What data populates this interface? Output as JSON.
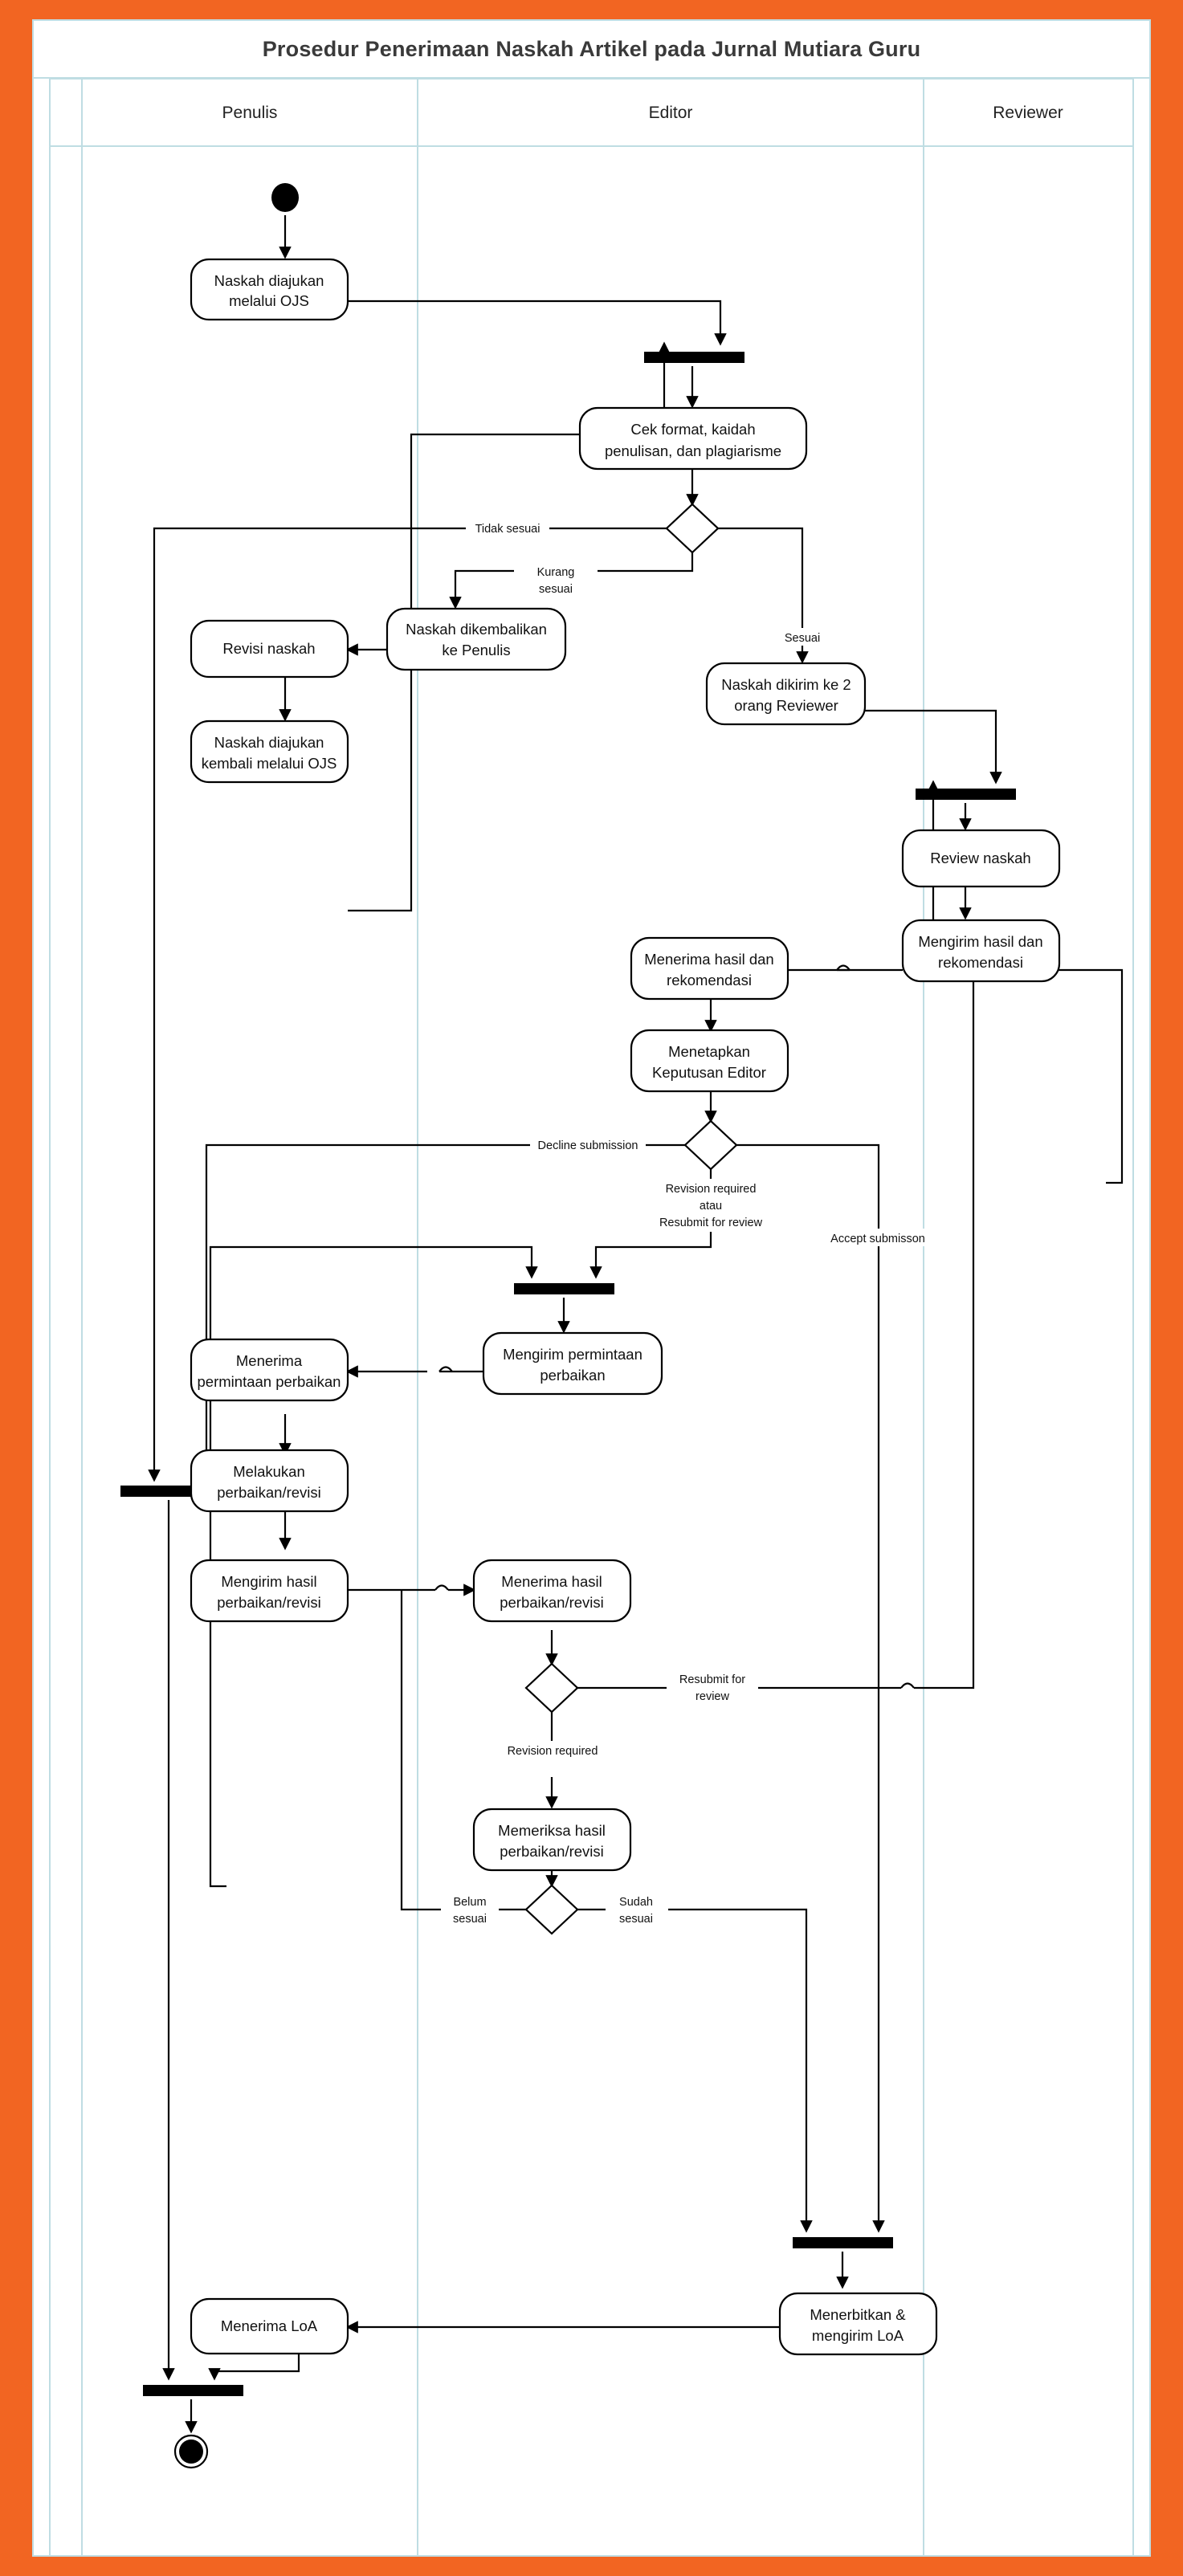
{
  "title": "Prosedur Penerimaan Naskah Artikel pada Jurnal Mutiara Guru",
  "colors": {
    "page_border": "#F26522",
    "lane_grid": "#BFDDE3",
    "stroke": "#000000",
    "node_fill": "#FFFFFF"
  },
  "lanes": [
    {
      "id": "penulis",
      "label": "Penulis"
    },
    {
      "id": "editor",
      "label": "Editor"
    },
    {
      "id": "reviewer",
      "label": "Reviewer"
    }
  ],
  "chart_data": {
    "type": "diagram",
    "diagram_type": "uml-activity-swimlane",
    "title": "Prosedur Penerimaan Naskah Artikel pada Jurnal Mutiara Guru",
    "lanes": [
      "Penulis",
      "Editor",
      "Reviewer"
    ],
    "nodes": [
      {
        "id": "start",
        "lane": "Penulis",
        "type": "initial-node",
        "label": ""
      },
      {
        "id": "a1",
        "lane": "Penulis",
        "type": "action",
        "label": "Naskah diajukan melalui OJS"
      },
      {
        "id": "join1",
        "lane": "Editor",
        "type": "join-bar",
        "label": ""
      },
      {
        "id": "a2",
        "lane": "Editor",
        "type": "action",
        "label": "Cek format, kaidah penulisan, dan plagiarisme"
      },
      {
        "id": "d1",
        "lane": "Editor",
        "type": "decision",
        "label": ""
      },
      {
        "id": "a3",
        "lane": "Editor",
        "type": "action",
        "label": "Naskah dikembalikan ke Penulis"
      },
      {
        "id": "a4",
        "lane": "Penulis",
        "type": "action",
        "label": "Revisi naskah"
      },
      {
        "id": "a5",
        "lane": "Penulis",
        "type": "action",
        "label": "Naskah diajukan kembali melalui OJS"
      },
      {
        "id": "a6",
        "lane": "Editor",
        "type": "action",
        "label": "Naskah dikirim ke 2 orang Reviewer"
      },
      {
        "id": "join2",
        "lane": "Reviewer",
        "type": "join-bar",
        "label": ""
      },
      {
        "id": "a7",
        "lane": "Reviewer",
        "type": "action",
        "label": "Review naskah"
      },
      {
        "id": "a8",
        "lane": "Reviewer",
        "type": "action",
        "label": "Mengirim hasil dan rekomendasi"
      },
      {
        "id": "a9",
        "lane": "Editor",
        "type": "action",
        "label": "Menerima hasil dan rekomendasi"
      },
      {
        "id": "a10",
        "lane": "Editor",
        "type": "action",
        "label": "Menetapkan Keputusan Editor"
      },
      {
        "id": "d2",
        "lane": "Editor",
        "type": "decision",
        "label": ""
      },
      {
        "id": "join3",
        "lane": "Penulis",
        "type": "join-bar",
        "label": ""
      },
      {
        "id": "join4",
        "lane": "Editor",
        "type": "join-bar",
        "label": ""
      },
      {
        "id": "a11",
        "lane": "Editor",
        "type": "action",
        "label": "Mengirim permintaan perbaikan"
      },
      {
        "id": "a12",
        "lane": "Penulis",
        "type": "action",
        "label": "Menerima permintaan perbaikan"
      },
      {
        "id": "a13",
        "lane": "Penulis",
        "type": "action",
        "label": "Melakukan perbaikan/revisi"
      },
      {
        "id": "a14",
        "lane": "Penulis",
        "type": "action",
        "label": "Mengirim hasil perbaikan/revisi"
      },
      {
        "id": "a15",
        "lane": "Editor",
        "type": "action",
        "label": "Menerima hasil perbaikan/revisi"
      },
      {
        "id": "d3",
        "lane": "Editor",
        "type": "decision",
        "label": ""
      },
      {
        "id": "a16",
        "lane": "Editor",
        "type": "action",
        "label": "Memeriksa hasil perbaikan/revisi"
      },
      {
        "id": "d4",
        "lane": "Editor",
        "type": "decision",
        "label": ""
      },
      {
        "id": "join5",
        "lane": "Editor",
        "type": "join-bar",
        "label": ""
      },
      {
        "id": "a17",
        "lane": "Editor",
        "type": "action",
        "label": "Menerbitkan & mengirim LoA"
      },
      {
        "id": "a18",
        "lane": "Penulis",
        "type": "action",
        "label": "Menerima LoA"
      },
      {
        "id": "join6",
        "lane": "Penulis",
        "type": "join-bar",
        "label": ""
      },
      {
        "id": "end",
        "lane": "Penulis",
        "type": "final-node",
        "label": ""
      }
    ],
    "edge_labels": [
      "Tidak sesuai",
      "Kurang sesuai",
      "Sesuai",
      "Decline submission",
      "Revision required atau Resubmit for review",
      "Accept submisson",
      "Resubmit for review",
      "Revision required",
      "Belum sesuai",
      "Sudah sesuai"
    ]
  },
  "nodes": {
    "n1": "Naskah diajukan\nmelalui OJS",
    "n1_l1": "Naskah diajukan",
    "n1_l2": "melalui OJS",
    "n2_l1": "Cek format, kaidah",
    "n2_l2": "penulisan, dan plagiarisme",
    "n3_l1": "Naskah dikembalikan",
    "n3_l2": "ke Penulis",
    "n4_l1": "Revisi naskah",
    "n5_l1": "Naskah diajukan",
    "n5_l2": "kembali melalui OJS",
    "n6_l1": "Naskah dikirim ke 2",
    "n6_l2": "orang Reviewer",
    "n7_l1": "Review naskah",
    "n8_l1": "Mengirim hasil dan",
    "n8_l2": "rekomendasi",
    "n9_l1": "Menerima hasil dan",
    "n9_l2": "rekomendasi",
    "n10_l1": "Menetapkan",
    "n10_l2": "Keputusan Editor",
    "n11_l1": "Mengirim permintaan",
    "n11_l2": "perbaikan",
    "n12_l1": "Menerima",
    "n12_l2": "permintaan perbaikan",
    "n13_l1": "Melakukan",
    "n13_l2": "perbaikan/revisi",
    "n14_l1": "Mengirim hasil",
    "n14_l2": "perbaikan/revisi",
    "n15_l1": "Menerima hasil",
    "n15_l2": "perbaikan/revisi",
    "n16_l1": "Memeriksa hasil",
    "n16_l2": "perbaikan/revisi",
    "n17_l1": "Menerbitkan &",
    "n17_l2": "mengirim LoA",
    "n18_l1": "Menerima LoA"
  },
  "edges": {
    "e_tidak_sesuai": "Tidak sesuai",
    "e_kurang_1": "Kurang",
    "e_kurang_2": "sesuai",
    "e_sesuai": "Sesuai",
    "e_decline": "Decline submission",
    "e_rev_1": "Revision required",
    "e_rev_2": "atau",
    "e_rev_3": "Resubmit for review",
    "e_accept": "Accept submisson",
    "e_resub_1": "Resubmit for",
    "e_resub_2": "review",
    "e_revreq": "Revision required",
    "e_belum_1": "Belum",
    "e_belum_2": "sesuai",
    "e_sudah_1": "Sudah",
    "e_sudah_2": "sesuai"
  }
}
